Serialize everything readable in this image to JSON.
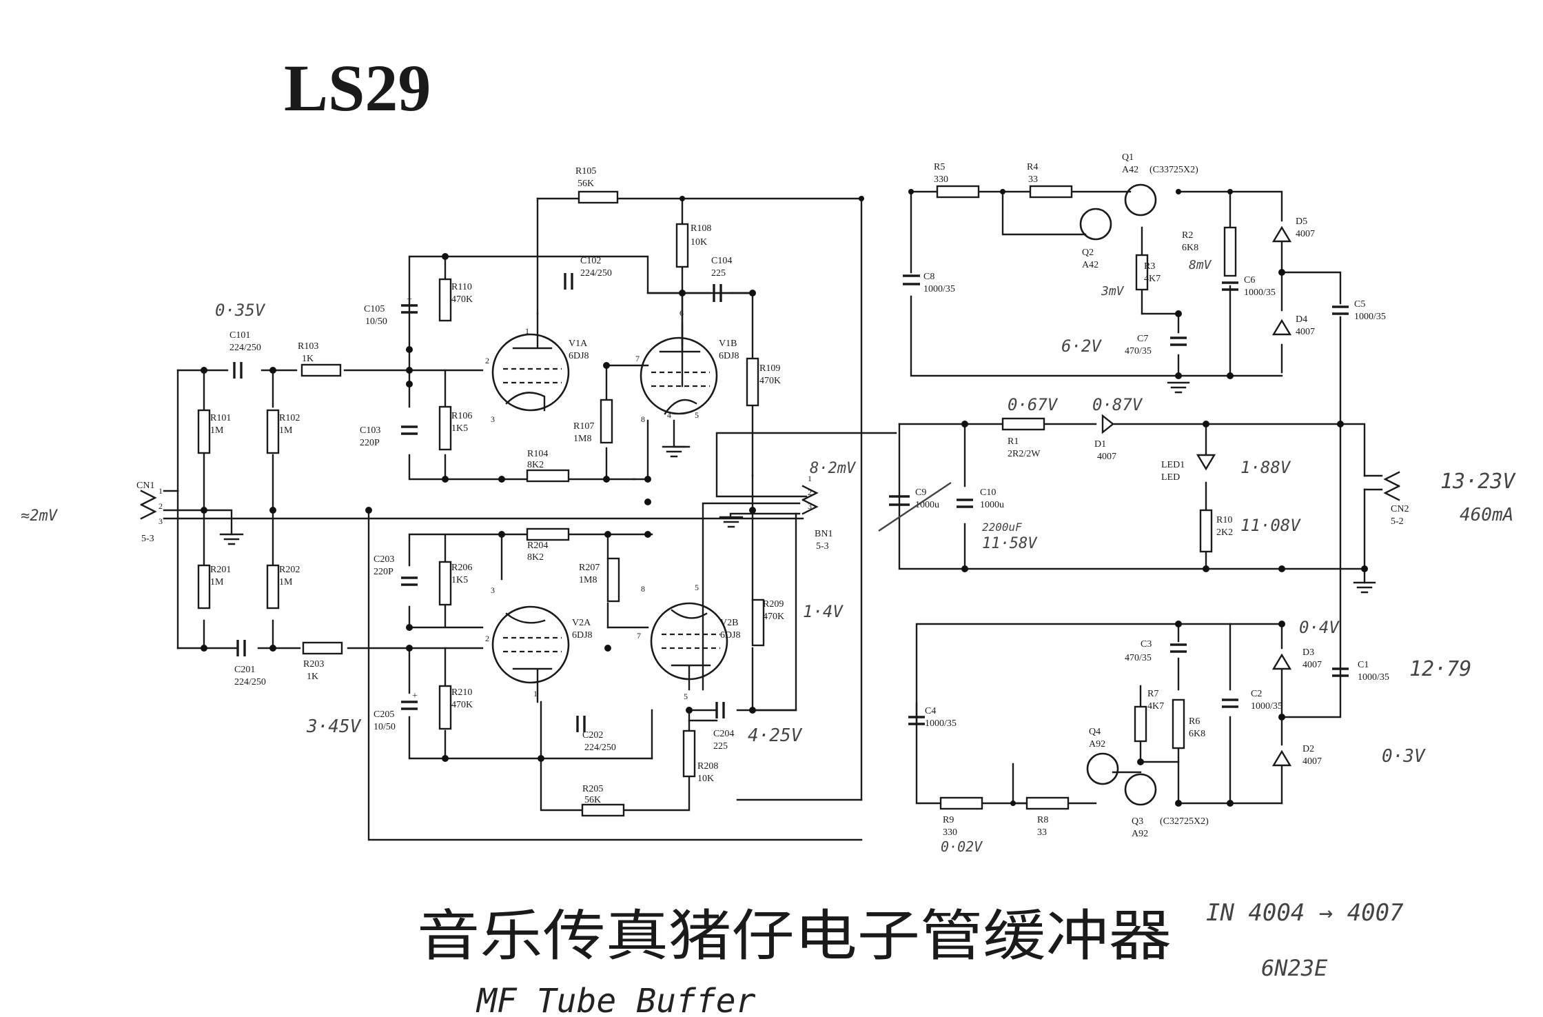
{
  "title": "LS29",
  "chinese_title": "音乐传真猪仔电子管缓冲器",
  "english_title": "MF Tube Buffer",
  "notes": [
    "IN 4004 → 4007",
    "6N23E"
  ],
  "components": {
    "R105": [
      "R105",
      "56K"
    ],
    "R108": [
      "R108",
      "10K"
    ],
    "C102": [
      "C102",
      "224/250"
    ],
    "C104": [
      "C104",
      "225"
    ],
    "R110": [
      "R110",
      "470K"
    ],
    "C105": [
      "C105",
      "10/50"
    ],
    "C101": [
      "C101",
      "224/250"
    ],
    "R103": [
      "R103",
      "1K"
    ],
    "V1A": [
      "V1A",
      "6DJ8"
    ],
    "V1B": [
      "V1B",
      "6DJ8"
    ],
    "R109": [
      "R109",
      "470K"
    ],
    "R101": [
      "R101",
      "1M"
    ],
    "R102": [
      "R102",
      "1M"
    ],
    "C103": [
      "C103",
      "220P"
    ],
    "R106": [
      "R106",
      "1K5"
    ],
    "R107": [
      "R107",
      "1M8"
    ],
    "R104": [
      "R104",
      "8K2"
    ],
    "CN1": [
      "CN1",
      "5-3"
    ],
    "BN1": [
      "BN1",
      "5-3"
    ],
    "R201": [
      "R201",
      "1M"
    ],
    "R202": [
      "R202",
      "1M"
    ],
    "R204": [
      "R204",
      "8K2"
    ],
    "C203": [
      "C203",
      "220P"
    ],
    "R206": [
      "R206",
      "1K5"
    ],
    "R207": [
      "R207",
      "1M8"
    ],
    "V2A": [
      "V2A",
      "6DJ8"
    ],
    "V2B": [
      "V2B",
      "6DJ8"
    ],
    "R209": [
      "R209",
      "470K"
    ],
    "C201": [
      "C201",
      "224/250"
    ],
    "R203": [
      "R203",
      "1K"
    ],
    "C205": [
      "C205",
      "10/50"
    ],
    "R210": [
      "R210",
      "470K"
    ],
    "C202": [
      "C202",
      "224/250"
    ],
    "C204": [
      "C204",
      "225"
    ],
    "R208": [
      "R208",
      "10K"
    ],
    "R205": [
      "R205",
      "56K"
    ],
    "R5": [
      "R5",
      "330"
    ],
    "R4": [
      "R4",
      "33"
    ],
    "Q1": [
      "Q1",
      "A42"
    ],
    "Q1x": [
      "(C33725X2)",
      ""
    ],
    "Q2": [
      "Q2",
      "A42"
    ],
    "R2": [
      "R2",
      "6K8"
    ],
    "R3": [
      "R3",
      "4K7"
    ],
    "C8": [
      "C8",
      "1000/35"
    ],
    "C6": [
      "C6",
      "1000/35"
    ],
    "C7": [
      "C7",
      "470/35"
    ],
    "D5": [
      "D5",
      "4007"
    ],
    "D4": [
      "D4",
      "4007"
    ],
    "C5": [
      "C5",
      "1000/35"
    ],
    "R1": [
      "R1",
      "2R2/2W"
    ],
    "D1": [
      "D1",
      "4007"
    ],
    "LED1": [
      "LED1",
      "LED"
    ],
    "R10": [
      "R10",
      "2K2"
    ],
    "C9": [
      "C9",
      "1000u"
    ],
    "C10": [
      "C10",
      "1000u"
    ],
    "CN2": [
      "CN2",
      "5-2"
    ],
    "C3": [
      "C3",
      "470/35"
    ],
    "C4": [
      "C4",
      "1000/35"
    ],
    "R7": [
      "R7",
      "4K7"
    ],
    "R6": [
      "R6",
      "6K8"
    ],
    "C2": [
      "C2",
      "1000/35"
    ],
    "D3": [
      "D3",
      "4007"
    ],
    "D2": [
      "D2",
      "4007"
    ],
    "C1": [
      "C1",
      "1000/35"
    ],
    "Q4": [
      "Q4",
      "A92"
    ],
    "Q3": [
      "Q3",
      "A92"
    ],
    "Q3x": [
      "(C32725X2)",
      ""
    ],
    "R9": [
      "R9",
      "330"
    ],
    "R8": [
      "R8",
      "33"
    ]
  },
  "handwritten": {
    "in_v": "≈2mV",
    "c101_v": "0·35V",
    "q2_v": "6·2V",
    "r2_v": "8mV",
    "r3_v": "3mV",
    "r1_v": "0·67V",
    "d1_v": "0·87V",
    "bn1_v": "8·2mV",
    "led_v": "1·88V",
    "r10_v": "11·08V",
    "cn2_v": "13·23V",
    "cn2_i": "460mA",
    "c10_note": "2200uF",
    "c10_v": "11·58V",
    "r209_v": "1·4V",
    "c205_v": "3·45V",
    "c204_v": "4·25V",
    "d3_v": "0·4V",
    "c1_v": "12·79",
    "d2_v": "0·3V",
    "r9_v": "0·02V"
  },
  "pins": {
    "p2": "2",
    "p3": "3",
    "p1": "1",
    "p6": "6",
    "p7": "7",
    "p8": "8",
    "p4": "4",
    "p5": "5"
  }
}
